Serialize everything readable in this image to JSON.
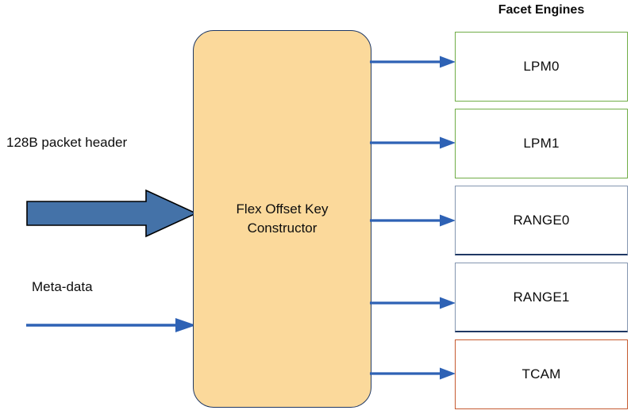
{
  "diagram": {
    "title_right": "Facet Engines",
    "center_block": {
      "label": "Flex Offset Key\nConstructor",
      "fill_color": "#FBD99B",
      "border_color": "#1F3864"
    },
    "inputs": [
      {
        "label": "128B packet header",
        "arrow_style": "block-arrow",
        "arrow_color": "#4472A8",
        "arrow_outline": "#000000"
      },
      {
        "label": "Meta-data",
        "arrow_style": "thin-arrow",
        "arrow_color": "#2E62B5"
      }
    ],
    "facet_engines": [
      {
        "label": "LPM0",
        "border_color": "#70AD47",
        "group": "lpm"
      },
      {
        "label": "LPM1",
        "border_color": "#70AD47",
        "group": "lpm"
      },
      {
        "label": "RANGE0",
        "border_color": "#8496B0",
        "group": "range"
      },
      {
        "label": "RANGE1",
        "border_color": "#8496B0",
        "group": "range"
      },
      {
        "label": "TCAM",
        "border_color": "#C55A30",
        "group": "tcam"
      }
    ],
    "connector_color": "#2E62B5"
  }
}
